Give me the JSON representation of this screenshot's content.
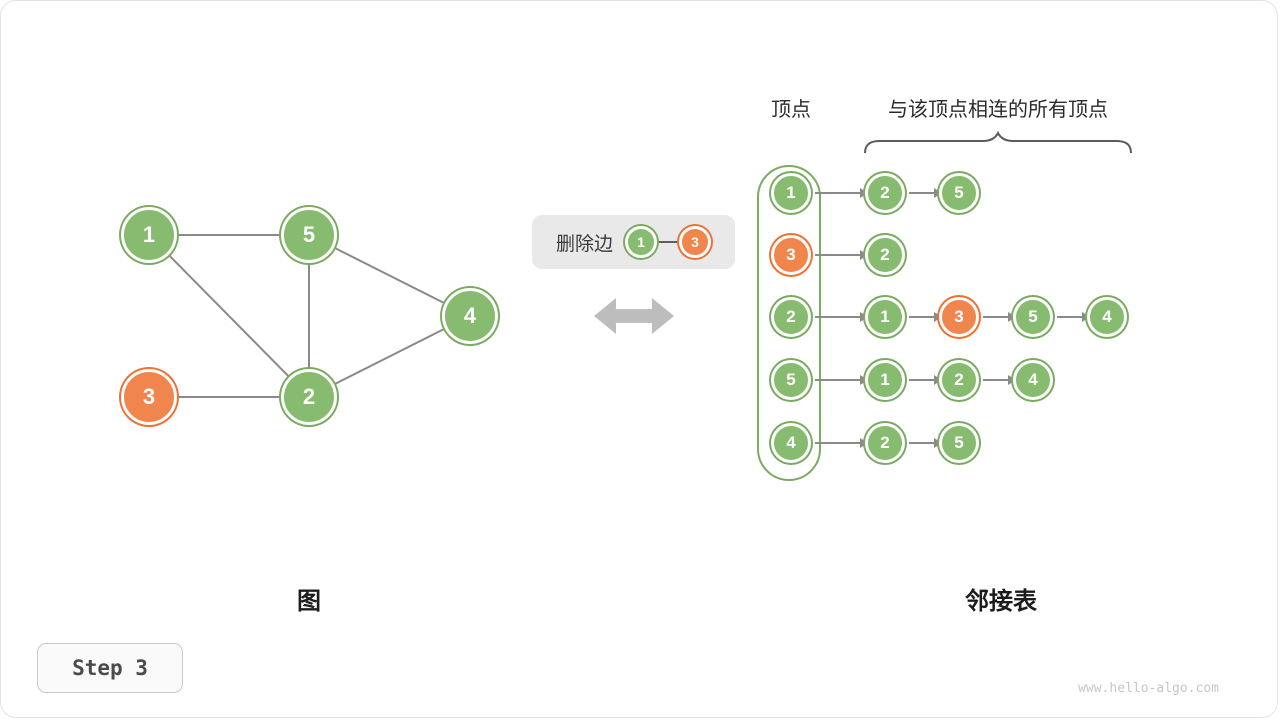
{
  "operation": {
    "label": "删除边",
    "edge": [
      {
        "value": "1",
        "color": "green"
      },
      {
        "value": "3",
        "color": "orange"
      }
    ]
  },
  "graph": {
    "caption": "图",
    "nodes": [
      {
        "value": "1",
        "color": "green"
      },
      {
        "value": "5",
        "color": "green"
      },
      {
        "value": "4",
        "color": "green"
      },
      {
        "value": "3",
        "color": "orange"
      },
      {
        "value": "2",
        "color": "green"
      }
    ],
    "edges": [
      [
        "1",
        "5"
      ],
      [
        "1",
        "2"
      ],
      [
        "5",
        "2"
      ],
      [
        "5",
        "4"
      ],
      [
        "2",
        "4"
      ],
      [
        "3",
        "2"
      ]
    ]
  },
  "adjacency_list": {
    "caption": "邻接表",
    "vertex_header": "顶点",
    "neighbors_header": "与该顶点相连的所有顶点",
    "rows": [
      {
        "vertex": {
          "value": "1",
          "color": "green"
        },
        "neighbors": [
          {
            "value": "2",
            "color": "green"
          },
          {
            "value": "5",
            "color": "green"
          }
        ]
      },
      {
        "vertex": {
          "value": "3",
          "color": "orange"
        },
        "neighbors": [
          {
            "value": "2",
            "color": "green"
          }
        ]
      },
      {
        "vertex": {
          "value": "2",
          "color": "green"
        },
        "neighbors": [
          {
            "value": "1",
            "color": "green"
          },
          {
            "value": "3",
            "color": "orange"
          },
          {
            "value": "5",
            "color": "green"
          },
          {
            "value": "4",
            "color": "green"
          }
        ]
      },
      {
        "vertex": {
          "value": "5",
          "color": "green"
        },
        "neighbors": [
          {
            "value": "1",
            "color": "green"
          },
          {
            "value": "2",
            "color": "green"
          },
          {
            "value": "4",
            "color": "green"
          }
        ]
      },
      {
        "vertex": {
          "value": "4",
          "color": "green"
        },
        "neighbors": [
          {
            "value": "2",
            "color": "green"
          },
          {
            "value": "5",
            "color": "green"
          }
        ]
      }
    ]
  },
  "footer": {
    "step_label": "Step 3",
    "watermark": "www.hello-algo.com"
  },
  "colors": {
    "green": "#87bb6f",
    "green_border": "#7aab61",
    "orange": "#f0854e",
    "orange_border": "#ee7133",
    "edge_gray": "#8a8a8a",
    "op_box_gray": "#e9e9e9",
    "big_arrow_gray": "#bdbdbd"
  }
}
